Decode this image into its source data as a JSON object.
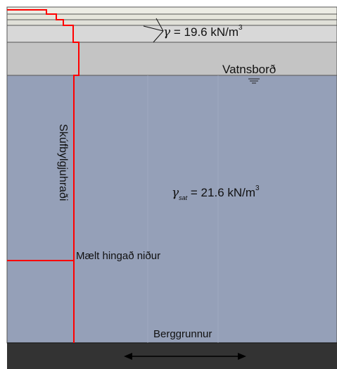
{
  "figure": {
    "upper_unit_weight": {
      "symbol": "γ",
      "equals": " = 19.6 kN/m",
      "exp": "3"
    },
    "water_table_label": "Vatnsborð",
    "saturated_unit_weight": {
      "symbol": "γ",
      "sub": "sat",
      "equals": " = 21.6 kN/m",
      "exp": "3"
    },
    "profile_label": "Skúfbylgjuhraði",
    "measured_depth_label": "Mælt hingað niður",
    "bedrock_label": "Berggrunnur"
  },
  "colors": {
    "soil_top": "#e8e8e0",
    "soil_light": "#dcdcdc",
    "soil_grey": "#c6c6c6",
    "saturated": "#95a0b8",
    "bedrock": "#333333",
    "profile_line": "#ff0000"
  }
}
